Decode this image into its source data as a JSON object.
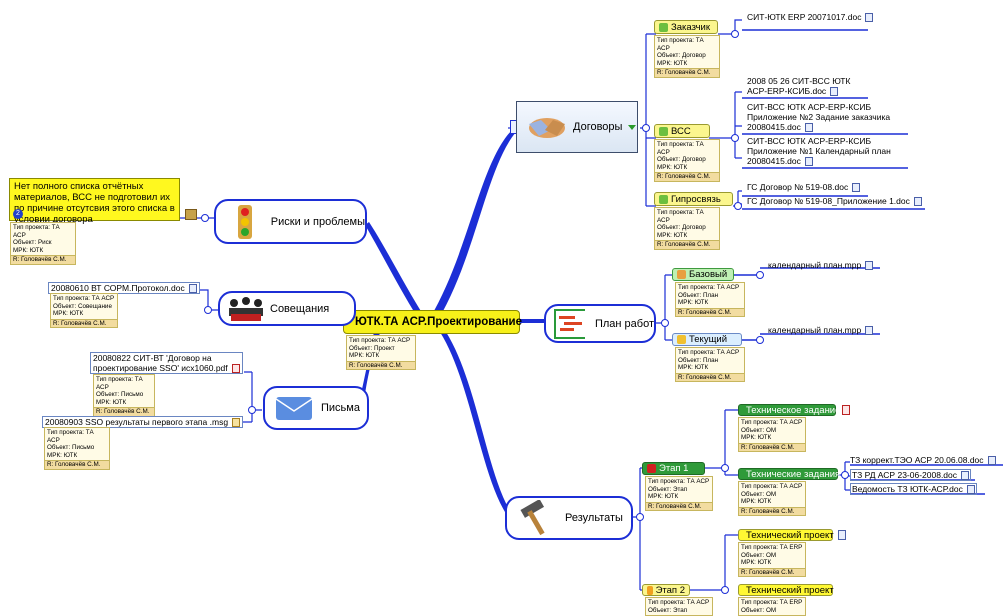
{
  "central": {
    "title": "ЮТК.ТА АСР.Проектирование",
    "props": [
      "Тип проекта: ТА АСР",
      "Объект: Проект",
      "МРК: ЮТК"
    ],
    "resp": "R: Головачёв С.М."
  },
  "topics": {
    "dogovory": {
      "label": "Договоры"
    },
    "riski": {
      "label": "Риски и проблемы"
    },
    "soveshaniya": {
      "label": "Совещания"
    },
    "pisma": {
      "label": "Письма"
    },
    "plan": {
      "label": "План работ"
    },
    "rezultaty": {
      "label": "Результаты"
    }
  },
  "dogovory_subs": [
    {
      "label": "Заказчик",
      "props": [
        "Тип проекта: ТА АСР",
        "Объект: Договор",
        "МРК: ЮТК"
      ],
      "resp": "R: Головачёв С.М.",
      "docs": [
        "СИТ-ЮТК ERP 20071017.doc"
      ]
    },
    {
      "label": "ВСС",
      "props": [
        "Тип проекта: ТА АСР",
        "Объект: Договор",
        "МРК: ЮТК"
      ],
      "resp": "R: Головачёв С.М.",
      "docs": [
        "2008 05 26 СИТ-ВСС ЮТК АСР-ERP-КСИБ.doc",
        "СИТ-ВСС ЮТК АСР-ERP-КСИБ Приложение №2 Задание заказчика 20080415.doc",
        "СИТ-ВСС ЮТК АСР-ERP-КСИБ Приложение №1 Календарный план 20080415.doc"
      ]
    },
    {
      "label": "Гипросвязь",
      "props": [
        "Тип проекта: ТА АСР",
        "Объект: Договор",
        "МРК: ЮТК"
      ],
      "resp": "R: Головачёв С.М.",
      "docs": [
        "ГС Договор № 519-08.doc",
        "ГС Договор № 519-08_Приложение 1.doc"
      ]
    }
  ],
  "riski_note": "Нет полного списка отчётных материалов, ВСС не подготовил их по причине отсутсвия этого списка в условии договора",
  "riski_props": [
    "Тип проекта: ТА АСР",
    "Объект: Риск",
    "МРК: ЮТК"
  ],
  "riski_resp": "R: Головачёв С.М.",
  "riski_badge": "2",
  "soveshaniya_item": {
    "label": "20080610 ВТ СОРМ.Протокол.doc",
    "props": [
      "Тип проекта: ТА АСР",
      "Объект: Совещание",
      "МРК: ЮТК"
    ],
    "resp": "R: Головачёв С.М."
  },
  "pisma_items": [
    {
      "label1": "20080822 СИТ-ВТ 'Договор на",
      "label2": "проектирование SSO' исх1060.pdf",
      "props": [
        "Тип проекта: ТА АСР",
        "Объект: Письмо",
        "МРК: ЮТК"
      ],
      "resp": "R: Головачёв С.М."
    },
    {
      "label": "20080903 SSO результаты первого этапа .msg",
      "props": [
        "Тип проекта: ТА АСР",
        "Объект: Письмо",
        "МРК: ЮТК"
      ],
      "resp": "R: Головачёв С.М."
    }
  ],
  "plan_subs": [
    {
      "label": "Базовый",
      "props": [
        "Тип проекта: ТА АСР",
        "Объект: План",
        "МРК: ЮТК"
      ],
      "resp": "R: Головачёв С.М.",
      "doc": "календарный план.mpp"
    },
    {
      "label": "Текущий",
      "props": [
        "Тип проекта: ТА АСР",
        "Объект: План",
        "МРК: ЮТК"
      ],
      "resp": "R: Головачёв С.М.",
      "doc": "календарный план.mpp"
    }
  ],
  "rezultaty_subs": [
    {
      "label": "Этап 1",
      "props": [
        "Тип проекта: ТА АСР",
        "Объект: Этап",
        "МРК: ЮТК"
      ],
      "resp": "R: Головачёв С.М.",
      "children": [
        {
          "label": "Техническое задание",
          "props": [
            "Тип проекта: ТА АСР",
            "Объект: ОМ",
            "МРК: ЮТК"
          ],
          "resp": "R: Головачёв С.М."
        },
        {
          "label": "Технические задания",
          "props": [
            "Тип проекта: ТА АСР",
            "Объект: ОМ",
            "МРК: ЮТК"
          ],
          "resp": "R: Головачёв С.М.",
          "docs": [
            "ТЗ коррект.ТЭО АСР 20.06.08.doc",
            "ТЗ РД АСР 23-06-2008.doc",
            "Ведомость ТЗ ЮТК-АСР.doc"
          ]
        }
      ]
    },
    {
      "label": "Этап 2",
      "props": [
        "Тип проекта: ТА АСР",
        "Объект: Этап"
      ],
      "resp": "",
      "children": [
        {
          "label": "Технический проект",
          "props": [
            "Тип проекта: ТА ERP",
            "Объект: ОМ",
            "МРК: ЮТК"
          ],
          "resp": "R: Головачёв С.М."
        },
        {
          "label": "Технический проект",
          "props": [
            "Тип проекта: ТА ERP",
            "Объект: ОМ"
          ],
          "resp": ""
        }
      ]
    }
  ],
  "colors": {
    "branch": "#1c2ed6",
    "central_bg": "#f7f019",
    "note_bg": "#fff81f"
  }
}
